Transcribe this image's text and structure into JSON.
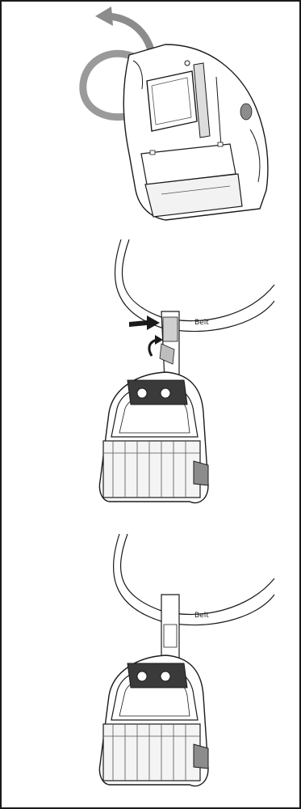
{
  "figure": {
    "panels": [
      {
        "id": "panel-1",
        "caption": ""
      },
      {
        "id": "panel-2",
        "belt_label": "Belt"
      },
      {
        "id": "panel-3",
        "belt_label": "Belt"
      }
    ],
    "colors": {
      "outline": "#1a1a1a",
      "arrow_gray": "#8c8c8c",
      "shade": "#bdbdbd",
      "dark": "#3a3a3a"
    }
  }
}
